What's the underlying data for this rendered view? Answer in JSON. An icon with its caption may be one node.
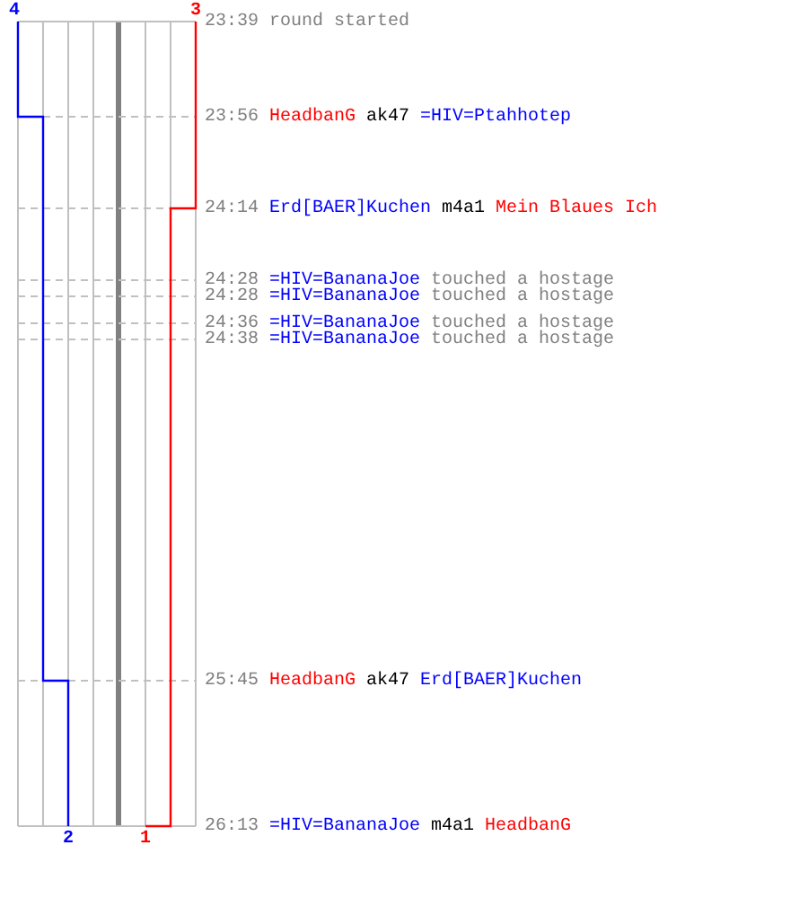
{
  "diagram": {
    "labels": [
      "4",
      "3",
      "23:39",
      "round started",
      "23:56",
      "HeadbanG",
      "ak47",
      "=HIV=Ptahhotep",
      "24:14",
      "Erd[BAER]Kuchen",
      "m4a1",
      "Mein Blaues Ich",
      "24:28",
      "=HIV=BananaJoe",
      "touched a hostage",
      "24:28",
      "=HIV=BananaJoe",
      "touched a hostage",
      "24:36",
      "=HIV=BananaJoe",
      "touched a hostage",
      "24:38",
      "=HIV=BananaJoe",
      "touched a hostage",
      "25:45",
      "HeadbanG",
      "ak47",
      "Erd[BAER]Kuchen",
      "26:13",
      "=HIV=BananaJoe",
      "m4a1",
      "HeadbanG",
      "2",
      "1"
    ]
  }
}
